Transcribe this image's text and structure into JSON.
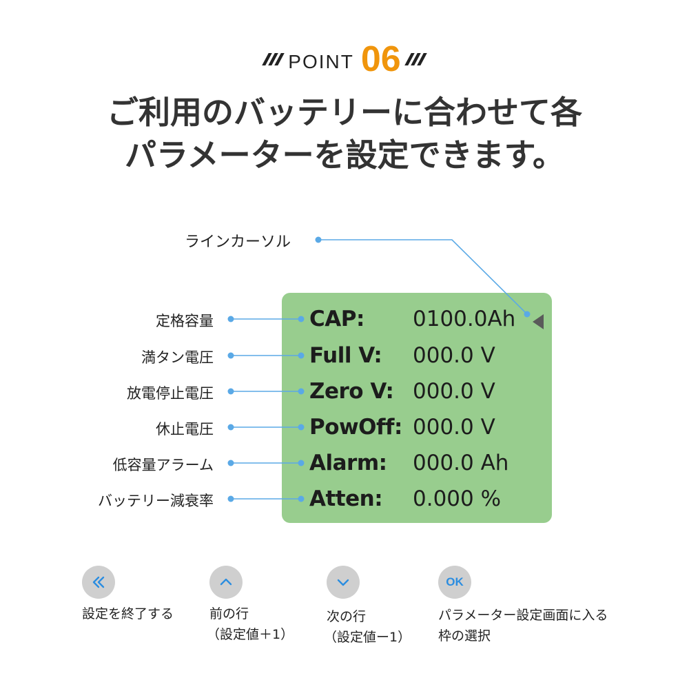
{
  "header": {
    "point_word": "POINT",
    "point_number": "06",
    "headline_line1": "ご利用のバッテリーに合わせて各",
    "headline_line2": "パラメーターを設定できます。"
  },
  "annotations": {
    "cursor_label": "ラインカーソル",
    "rows": [
      {
        "label": "定格容量"
      },
      {
        "label": "満タン電圧"
      },
      {
        "label": "放電停止電圧"
      },
      {
        "label": "休止電圧"
      },
      {
        "label": "低容量アラーム"
      },
      {
        "label": "バッテリー減衰率"
      }
    ]
  },
  "lcd": {
    "rows": [
      {
        "key": "CAP:",
        "value": "0100.0Ah"
      },
      {
        "key": "Full V:",
        "value": "000.0  V"
      },
      {
        "key": "Zero V:",
        "value": "000.0  V"
      },
      {
        "key": "PowOff:",
        "value": "000.0  V"
      },
      {
        "key": "Alarm:",
        "value": "000.0  Ah"
      },
      {
        "key": "Atten:",
        "value": "0.000  %"
      }
    ]
  },
  "buttons": [
    {
      "icon": "double-chevron-left-icon",
      "desc_line1": "設定を終了する",
      "desc_line2": ""
    },
    {
      "icon": "chevron-up-icon",
      "desc_line1": "前の行",
      "desc_line2": "（設定値＋1）"
    },
    {
      "icon": "chevron-down-icon",
      "desc_line1": "次の行",
      "desc_line2": "（設定値ー1）"
    },
    {
      "icon": "ok",
      "label": "OK",
      "desc_line1": "パラメーター設定画面に入る",
      "desc_line2": "枠の選択"
    }
  ],
  "colors": {
    "accent": "#f0950c",
    "lcd_background": "#98cd8e",
    "leader_line": "#5aa9e6",
    "button_bg": "#cfcfcf",
    "button_icon": "#2b8de0"
  }
}
